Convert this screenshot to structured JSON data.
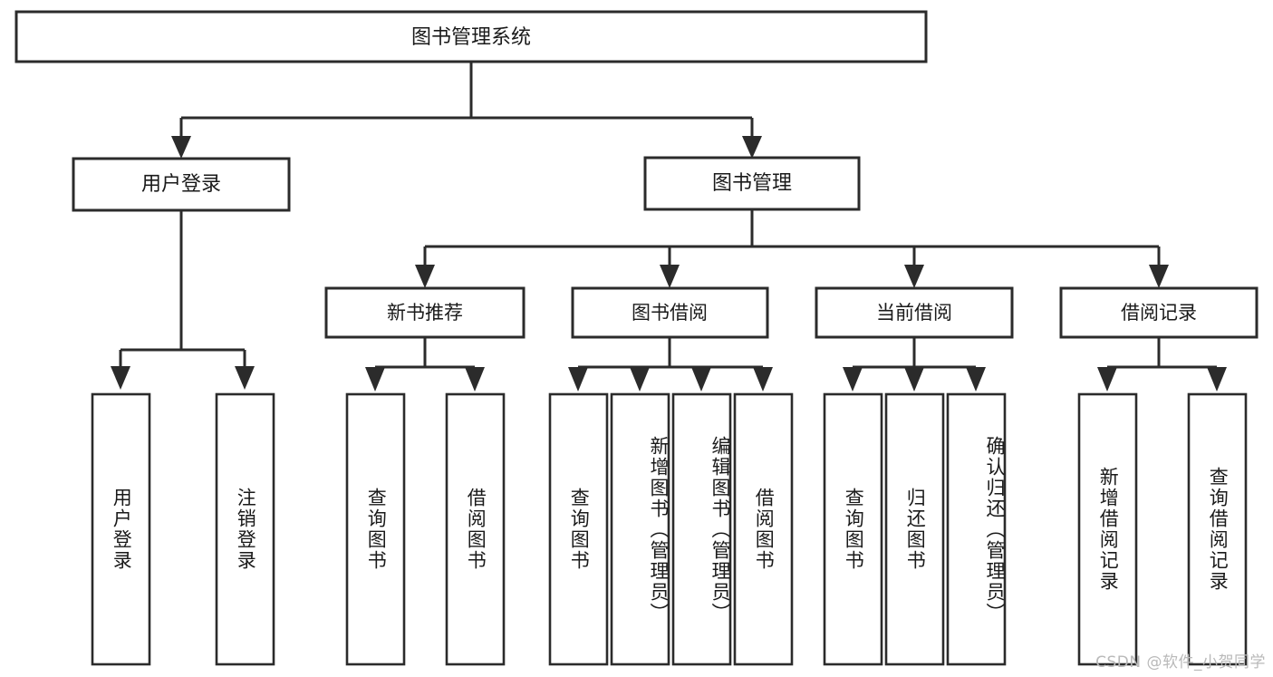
{
  "diagram": {
    "title": "图书管理系统",
    "watermark": "CSDN @软件_小贺同学",
    "colors": {
      "stroke": "#2b2b2b",
      "fill": "#ffffff",
      "text": "#1a1a1a",
      "watermark": "#b9b9b9"
    },
    "nodes": {
      "root": {
        "label": "图书管理系统"
      },
      "level1": [
        {
          "id": "user-login",
          "label": "用户登录"
        },
        {
          "id": "book-management",
          "label": "图书管理"
        }
      ],
      "level2": [
        {
          "id": "new-book-recommend",
          "label": "新书推荐"
        },
        {
          "id": "book-borrow",
          "label": "图书借阅"
        },
        {
          "id": "current-borrow",
          "label": "当前借阅"
        },
        {
          "id": "borrow-record",
          "label": "借阅记录"
        }
      ],
      "leaves": {
        "user_login": [
          {
            "id": "leaf-user-login",
            "label": "用户登录"
          },
          {
            "id": "leaf-logout-login",
            "label": "注销登录"
          }
        ],
        "new_book_recommend": [
          {
            "id": "leaf-query-book-1",
            "label": "查询图书"
          },
          {
            "id": "leaf-borrow-book-1",
            "label": "借阅图书"
          }
        ],
        "book_borrow": [
          {
            "id": "leaf-query-book-2",
            "label": "查询图书"
          },
          {
            "id": "leaf-add-book",
            "label": "新增图书（管理员）"
          },
          {
            "id": "leaf-edit-book",
            "label": "编辑图书（管理员）"
          },
          {
            "id": "leaf-borrow-book-2",
            "label": "借阅图书"
          }
        ],
        "current_borrow": [
          {
            "id": "leaf-query-book-3",
            "label": "查询图书"
          },
          {
            "id": "leaf-return-book",
            "label": "归还图书"
          },
          {
            "id": "leaf-confirm-return",
            "label": "确认归还（管理员）"
          }
        ],
        "borrow_record": [
          {
            "id": "leaf-add-borrow-record",
            "label": "新增借阅记录"
          },
          {
            "id": "leaf-query-borrow-record",
            "label": "查询借阅记录"
          }
        ]
      }
    }
  }
}
